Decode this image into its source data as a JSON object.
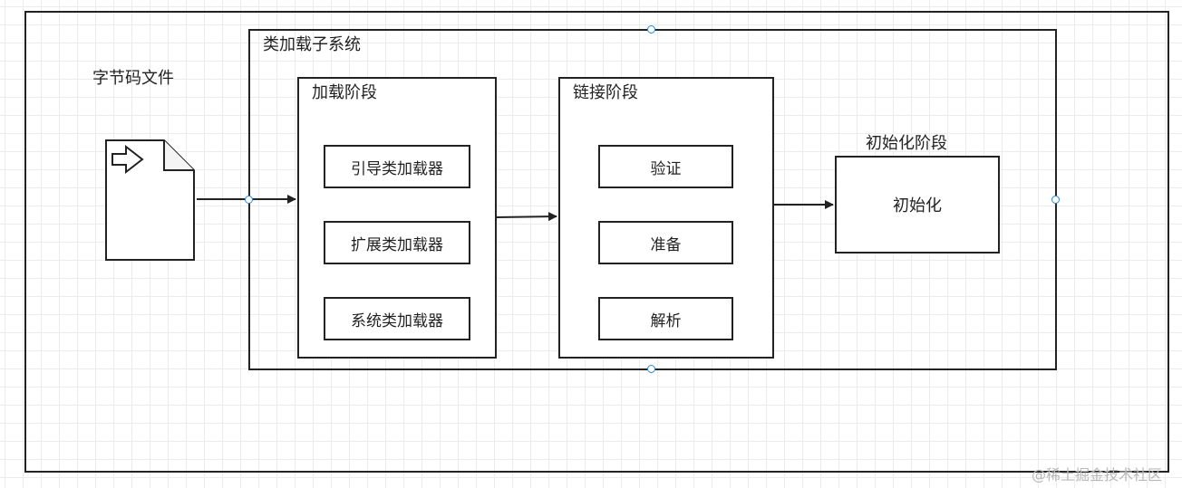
{
  "labels": {
    "bytecode_file": "字节码文件",
    "subsystem": "类加载子系统",
    "loading_phase": "加载阶段",
    "linking_phase": "链接阶段",
    "init_phase": "初始化阶段"
  },
  "loaders": [
    "引导类加载器",
    "扩展类加载器",
    "系统类加载器"
  ],
  "linking_steps": [
    "验证",
    "准备",
    "解析"
  ],
  "init_box": "初始化",
  "watermark": "@稀土掘金技术社区",
  "colors": {
    "stroke": "#222222",
    "handle": "#2a8ad8",
    "grid": "#ececec"
  }
}
